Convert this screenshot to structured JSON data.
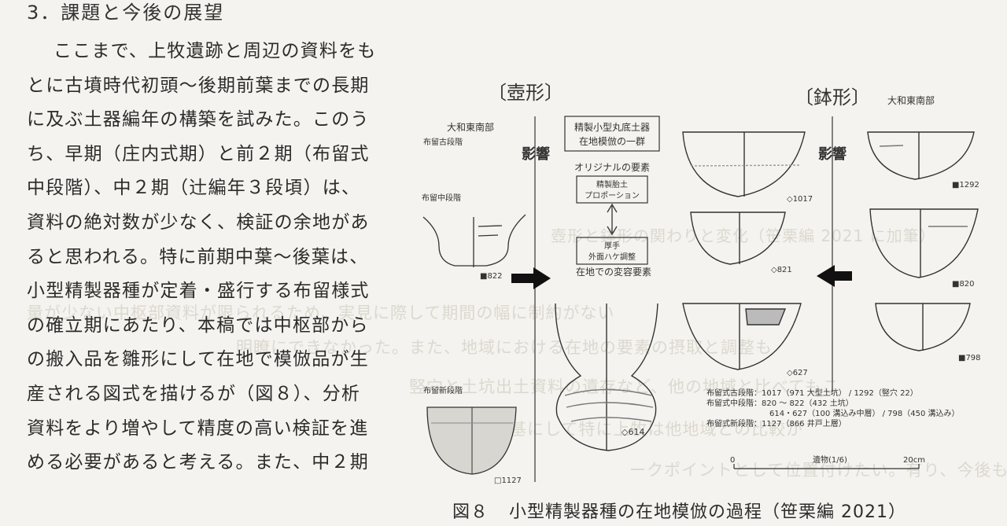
{
  "section": {
    "heading": "3．課題と今後の展望"
  },
  "paragraph": [
    "ここまで、上牧遺跡と周辺の資料をも",
    "とに古墳時代初頭～後期前葉までの長期",
    "に及ぶ土器編年の構築を試みた。このう",
    "ち、早期（庄内式期）と前２期（布留式",
    "中段階）、中２期（辻編年３段頃）は、",
    "資料の絶対数が少なく、検証の余地があ",
    "ると思われる。特に前期中葉～後葉は、",
    "小型精製器種が定着・盛行する布留様式",
    "の確立期にあたり、本稿では中枢部から",
    "の搬入品を雛形にして在地で模倣品が生",
    "産される図式を描けるが（図８）、分析",
    "資料をより増やして精度の高い検証を進",
    "める必要があると考える。また、中２期"
  ],
  "figure": {
    "tsubo_title": "〔壺形〕",
    "hachi_title": "〔鉢形〕",
    "yamato_left": "大和東南部",
    "yamato_right": "大和東南部",
    "furu_old": "布留古段階",
    "furu_mid": "布留中段階",
    "furu_new": "布留新段階",
    "influence_left": "影響",
    "influence_right": "影響",
    "box_top_line1": "精製小型丸底土器",
    "box_top_line2": "在地模倣の一群",
    "original_elements": "オリジナルの要素",
    "box_mid_line1": "精製胎土",
    "box_mid_line2": "プロポーション",
    "box_low_line1": "厚手",
    "box_low_line2": "外面ハケ調整",
    "local_change": "在地での変容要素",
    "labels": {
      "l822": "■822",
      "l1127": "□1127",
      "l614": "◇614",
      "l1017": "◇1017",
      "l821": "◇821",
      "l627": "◇627",
      "l1292": "■1292",
      "l820": "■820",
      "l798": "■798"
    },
    "legend": [
      "布留式古段階：1017（971 大型土坑） / 1292（竪穴 22）",
      "布留式中段階：820 ～ 822（432 土坑）",
      "614・627（100 溝込み中層） / 798（450 溝込み）",
      "布留式新段階：1127（866 井戸上層）"
    ],
    "scale": {
      "zero": "0",
      "label": "遺物(1/6)",
      "max": "20cm"
    }
  },
  "caption": {
    "num": "図８",
    "text": "小型精製器種の在地模倣の過程（笹栗編 2021）"
  },
  "background_ghost": [
    "壺形と鉢形の関わりと変化（笹栗編 2021 に加筆）",
    "量が少ない中枢部資料が限られるため、実見に際して期間の幅に制約がない",
    "明瞭にできなかった。また、地域における在地の要素の摂取と調整も",
    "竪穴と土坑出土資料の遺存など、他の地域と比べてもこ",
    "の資料を基にして特に上牧は他地域との比較が",
    "ークポイントとして位置付けたい。有り、今後も"
  ]
}
